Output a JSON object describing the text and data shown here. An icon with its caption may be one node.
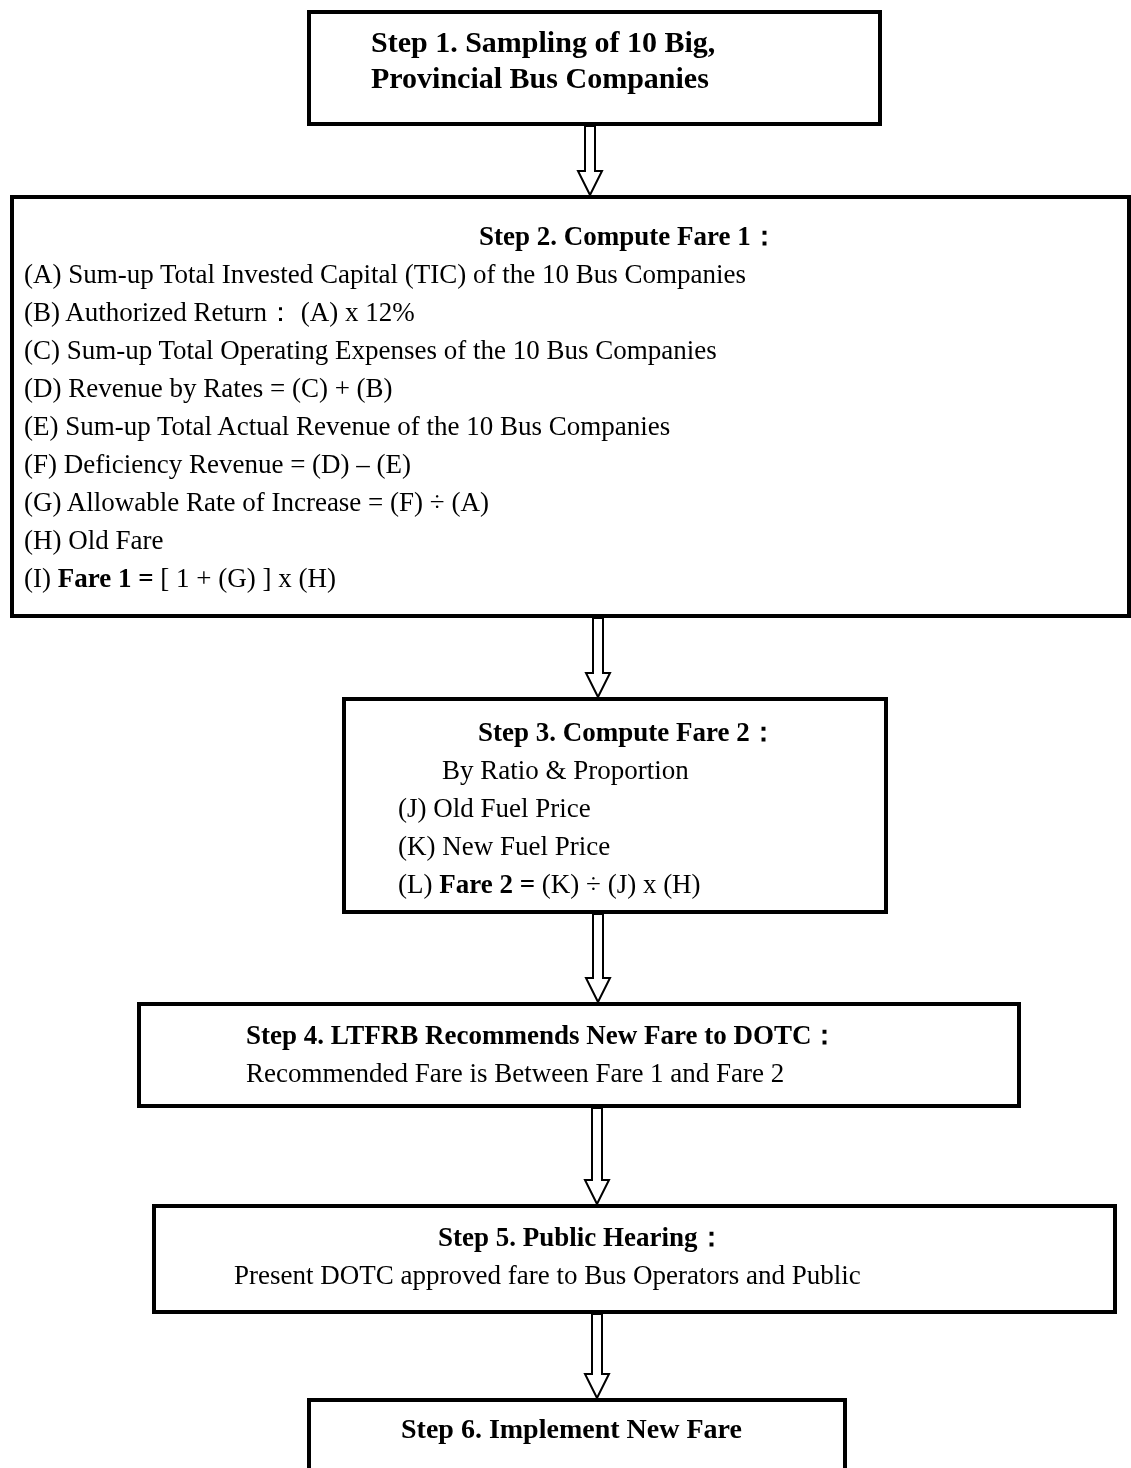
{
  "diagram": {
    "nodes": [
      {
        "text": [
          "Step 1. Sampling of 10 Big, Provincial Bus Companies"
        ]
      },
      {
        "text": [
          "Step 2. Compute Fare 1：",
          "(A) Sum-up Total Invested Capital (TIC) of the 10 Bus Companies",
          "(B) Authorized Return： (A) x 12%",
          "(C)  Sum-up Total Operating Expenses of the 10 Bus Companies",
          "(D) Revenue by Rates = (C) + (B)",
          "(E) Sum-up Total Actual Revenue of the 10 Bus Companies",
          "(F) Deficiency Revenue = (D) – (E)",
          "(G) Allowable Rate of Increase = (F) ÷ (A)",
          "(H) Old Fare",
          "(I)  **Fare 1 =**  [ 1 + (G) ] x (H)"
        ]
      },
      {
        "text": [
          "Step 3. Compute Fare 2：",
          "By Ratio & Proportion",
          "(J) Old Fuel Price",
          "(K) New Fuel Price",
          "(L)  **Fare 2 =** (K) ÷ (J) x (H)"
        ]
      },
      {
        "text": [
          "Step 4. LTFRB Recommends New Fare to DOTC：",
          "Recommended Fare is Between Fare 1 and Fare 2"
        ]
      },
      {
        "text": [
          "Step 5. Public Hearing：",
          "Present DOTC approved fare to Bus Operators and Public"
        ]
      },
      {
        "text": [
          "Step 6. Implement New Fare"
        ]
      }
    ],
    "edges": [
      {
        "from": 0,
        "to": 1,
        "arrow": "to"
      },
      {
        "from": 1,
        "to": 2,
        "arrow": "to"
      },
      {
        "from": 2,
        "to": 3,
        "arrow": "to"
      },
      {
        "from": 3,
        "to": 4,
        "arrow": "to"
      },
      {
        "from": 4,
        "to": 5,
        "arrow": "to"
      }
    ]
  }
}
